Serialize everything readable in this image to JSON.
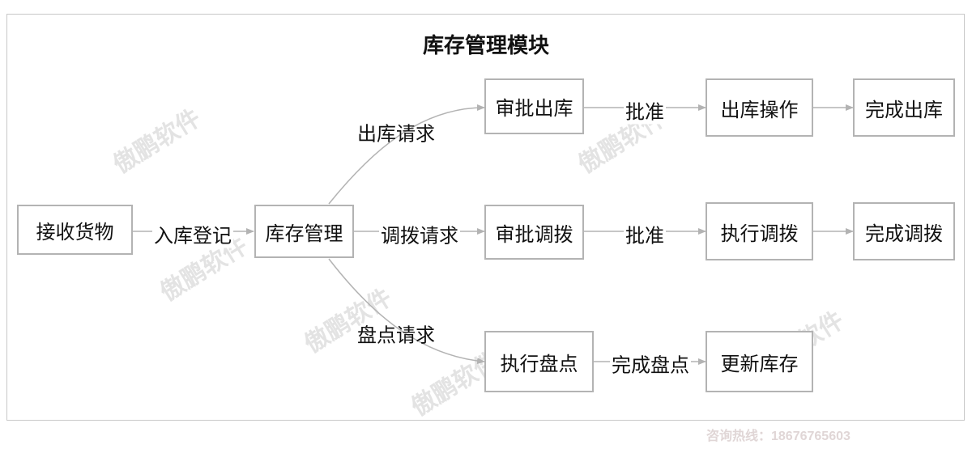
{
  "title": "库存管理模块",
  "nodes": {
    "receive": "接收货物",
    "inventory_mgmt": "库存管理",
    "approve_out": "审批出库",
    "out_operation": "出库操作",
    "complete_out": "完成出库",
    "approve_transfer": "审批调拨",
    "execute_transfer": "执行调拨",
    "complete_transfer": "完成调拨",
    "execute_count": "执行盘点",
    "update_inventory": "更新库存"
  },
  "edge_labels": {
    "inbound_register": "入库登记",
    "outbound_request": "出库请求",
    "transfer_request": "调拨请求",
    "count_request": "盘点请求",
    "approve_1": "批准",
    "approve_2": "批准",
    "count_complete": "完成盘点"
  },
  "watermark": "傲鹏软件",
  "footer": "咨询热线：18676765603",
  "colors": {
    "edge": "#b3b3b3",
    "node_border": "#b3b3b3",
    "watermark": "#e3e3e3"
  }
}
